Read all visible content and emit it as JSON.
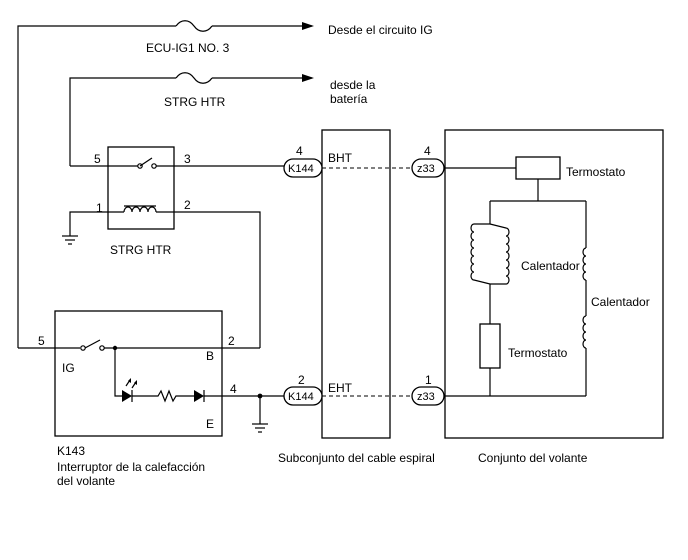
{
  "sources": {
    "ig_circuit": "Desde el circuito IG",
    "battery_line1": "desde la",
    "battery_line2": "batería"
  },
  "fuses": {
    "ecu_ig1": "ECU-IG1 NO. 3",
    "strg_htr": "STRG HTR"
  },
  "relay": {
    "label": "STRG HTR",
    "pins": {
      "p5": "5",
      "p3": "3",
      "p1": "1",
      "p2": "2"
    }
  },
  "switch_k143": {
    "code": "K143",
    "name_line1": "Interruptor de la calefacción",
    "name_line2": "del volante",
    "pins": {
      "p5": "5",
      "p2": "2",
      "p4": "4"
    },
    "terminals": {
      "ig": "IG",
      "b": "B",
      "e": "E"
    }
  },
  "connectors": {
    "k144_top": {
      "code": "K144",
      "pin": "4"
    },
    "k144_bottom": {
      "code": "K144",
      "pin": "2"
    },
    "z33_top": {
      "code": "z33",
      "pin": "4"
    },
    "z33_bottom": {
      "code": "z33",
      "pin": "1"
    }
  },
  "spiral_cable": {
    "bht": "BHT",
    "eht": "EHT",
    "label": "Subconjunto del cable espiral"
  },
  "steering_wheel": {
    "thermostat_top": "Termostato",
    "heater_inner": "Calentador",
    "heater_outer": "Calentador",
    "thermostat_lower": "Termostato",
    "label": "Conjunto del volante"
  }
}
